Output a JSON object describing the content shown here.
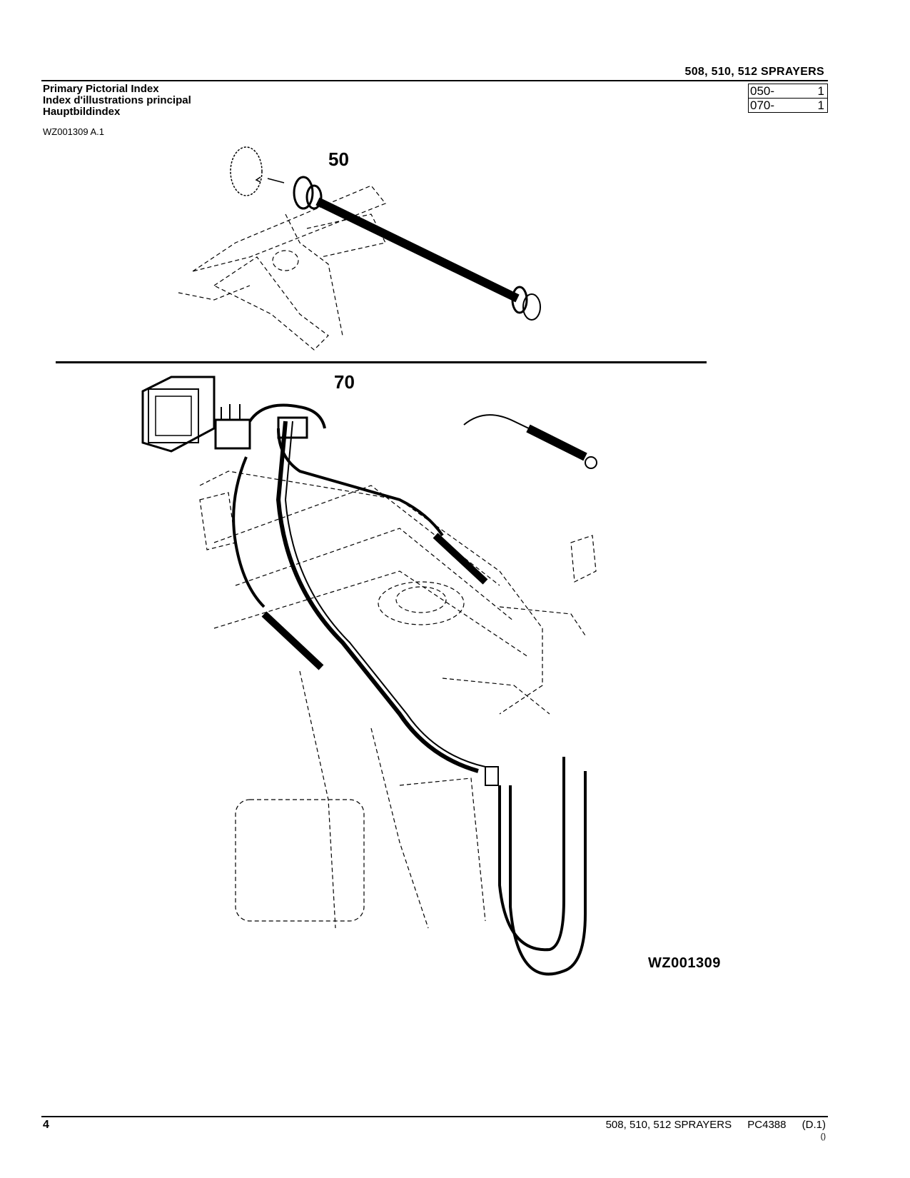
{
  "header": {
    "product": "508,  510,  512 SPRAYERS"
  },
  "titles": [
    "Primary Pictorial Index",
    "Index d'illustrations principal",
    "Hauptbildindex"
  ],
  "index_refs": [
    {
      "code": "050-",
      "page": "1"
    },
    {
      "code": "070-",
      "page": "1"
    }
  ],
  "figure_ref": "WZ001309 A.1",
  "sections": [
    {
      "number": "50"
    },
    {
      "number": "70"
    }
  ],
  "figure_code": "WZ001309",
  "footer": {
    "page_number": "4",
    "product": "508, 510, 512 SPRAYERS",
    "doc_code": "PC4388",
    "revision": "(D.1)",
    "small_mark": "()"
  }
}
